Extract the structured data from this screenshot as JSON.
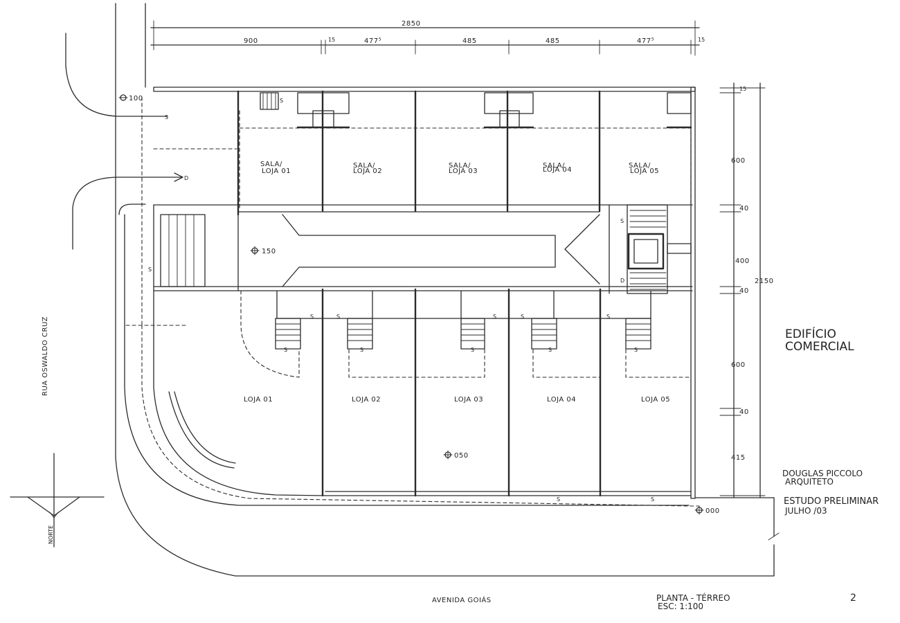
{
  "dimensions_top": {
    "total": "2850",
    "segments": [
      "900",
      "15",
      "477⁵",
      "485",
      "485",
      "477⁵",
      "15"
    ]
  },
  "dimensions_right": {
    "total": "2150",
    "segments": [
      "15",
      "600",
      "40",
      "400",
      "40",
      "600",
      "40",
      "415"
    ]
  },
  "levels": [
    "100",
    "150",
    "050",
    "000"
  ],
  "rooms_upper": [
    "SALA/ LOJA 01",
    "SALA/ LOJA 02",
    "SALA/ LOJA 03",
    "SALA/ LOJA 04",
    "SALA/ LOJA 05"
  ],
  "rooms_upper_lines": [
    [
      "SALA/",
      "LOJA 01"
    ],
    [
      "SALA/",
      "LOJA 02"
    ],
    [
      "SALA/",
      "LOJA 03"
    ],
    [
      "SALA/",
      "LOJA 04"
    ],
    [
      "SALA/",
      "LOJA 05"
    ]
  ],
  "rooms_lower": [
    "LOJA 01",
    "LOJA 02",
    "LOJA 03",
    "LOJA 04",
    "LOJA 05"
  ],
  "stair_marks": {
    "s": "S",
    "d": "D"
  },
  "streets": {
    "left": "RUA OSWALDO CRUZ",
    "bottom": "AVENIDA GOIÁS"
  },
  "north": "NORTE",
  "project": {
    "line1": "EDIFÍCIO",
    "line2": "COMERCIAL"
  },
  "author": {
    "name": "DOUGLAS PICCOLO",
    "role": "ARQUITETO"
  },
  "phase": {
    "name": "ESTUDO PRELIMINAR",
    "date": "JULHO /03"
  },
  "drawing": {
    "title": "PLANTA - TÉRREO",
    "scale": "ESC: 1:100"
  },
  "sheet_number": "2"
}
